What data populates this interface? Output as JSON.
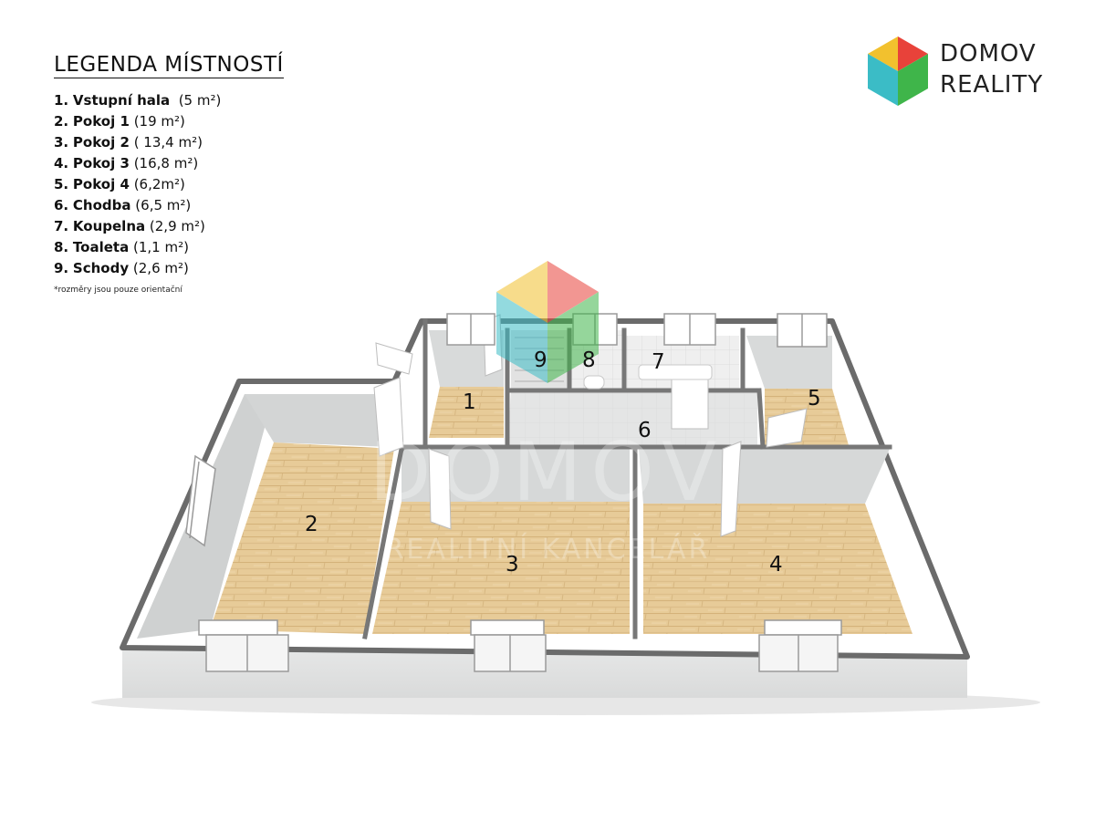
{
  "legend": {
    "title": "LEGENDA MÍSTNOSTÍ",
    "rooms": [
      {
        "num": "1.",
        "name": "Vstupní hala",
        "area": "(5 m²)"
      },
      {
        "num": "2.",
        "name": "Pokoj 1",
        "area": "(19 m²)"
      },
      {
        "num": "3.",
        "name": "Pokoj 2",
        "area": "( 13,4 m²)"
      },
      {
        "num": "4.",
        "name": "Pokoj 3",
        "area": "(16,8 m²)"
      },
      {
        "num": "5.",
        "name": "Pokoj 4",
        "area": "(6,2m²)"
      },
      {
        "num": "6.",
        "name": "Chodba",
        "area": "(6,5 m²)"
      },
      {
        "num": "7.",
        "name": "Koupelna",
        "area": "(2,9 m²)"
      },
      {
        "num": "8.",
        "name": "Toaleta",
        "area": "(1,1 m²)"
      },
      {
        "num": "9.",
        "name": "Schody",
        "area": "(2,6 m²)"
      }
    ],
    "note": "*rozměry jsou pouze orientační"
  },
  "brand": {
    "line1": "DOMOV",
    "line2": "REALITY",
    "colors": {
      "red": "#e8423a",
      "yellow": "#f2c12e",
      "green": "#3fb54a",
      "teal": "#3bbcc6"
    }
  },
  "watermark": {
    "line1": "DOMOV",
    "line2": "REALITNÍ KANCELÁŘ"
  },
  "plan": {
    "room_labels": [
      "1",
      "2",
      "3",
      "4",
      "5",
      "6",
      "7",
      "8",
      "9"
    ],
    "colors": {
      "wall_top": "#6b6b6b",
      "wall_face": "#e2e3e3",
      "wall_inner": "#cfd1d1",
      "floor_wood": "#e6c996",
      "floor_tile": "#ececec"
    }
  }
}
